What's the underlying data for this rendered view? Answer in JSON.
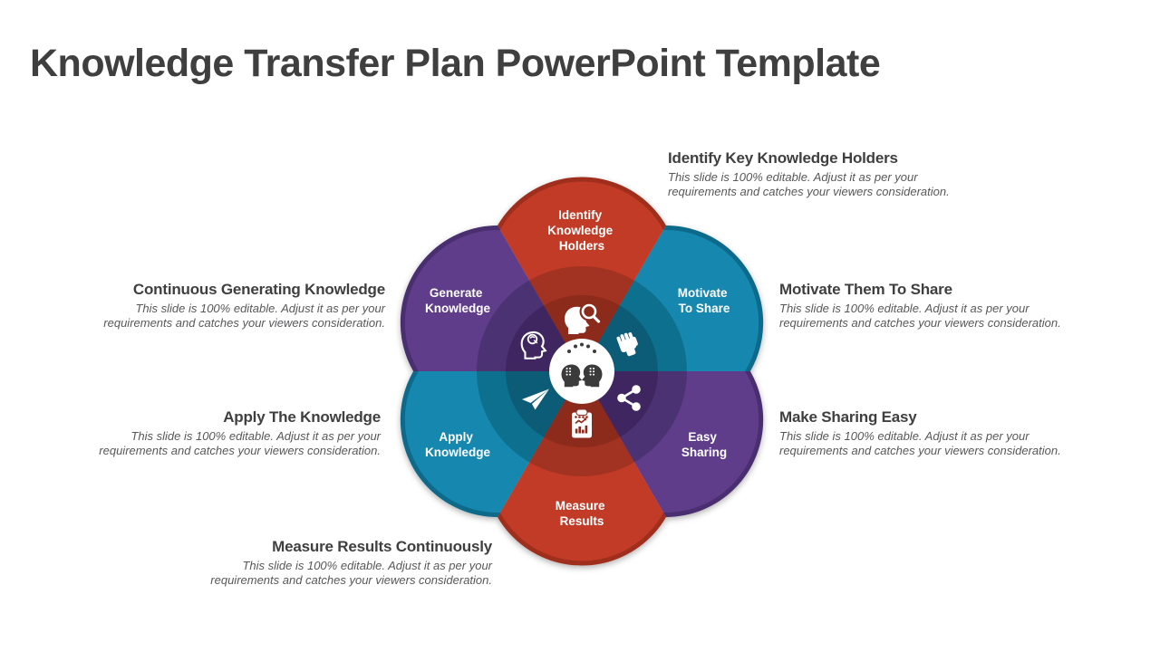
{
  "title": "Knowledge Transfer Plan PowerPoint Template",
  "diagram": {
    "center_icon": "knowledge-exchange-two-heads",
    "petals": [
      {
        "id": "identify",
        "label_lines": [
          "Identify",
          "Knowledge",
          "Holders"
        ],
        "color_key": "red",
        "icon": "head-search-icon"
      },
      {
        "id": "motivate",
        "label_lines": [
          "Motivate",
          "To Share"
        ],
        "color_key": "teal",
        "icon": "raised-fist-icon"
      },
      {
        "id": "easy-sharing",
        "label_lines": [
          "Easy",
          "Sharing"
        ],
        "color_key": "purple",
        "icon": "share-network-icon"
      },
      {
        "id": "measure",
        "label_lines": [
          "Measure",
          "Results"
        ],
        "color_key": "red",
        "icon": "clipboard-chart-icon"
      },
      {
        "id": "apply",
        "label_lines": [
          "Apply",
          "Knowledge"
        ],
        "color_key": "teal",
        "icon": "paper-plane-icon"
      },
      {
        "id": "generate",
        "label_lines": [
          "Generate",
          "Knowledge"
        ],
        "color_key": "purple",
        "icon": "head-brain-icon"
      }
    ],
    "colors": {
      "red": {
        "base": "#C23B28",
        "rim": "#A02F1F",
        "dark1": "#A23120",
        "dark2": "#8C2A1C"
      },
      "teal": {
        "base": "#1787AE",
        "rim": "#0F6A8B",
        "dark1": "#11708F",
        "dark2": "#0C5C77"
      },
      "purple": {
        "base": "#5E3D8B",
        "rim": "#4A2F6F",
        "dark1": "#4C3172",
        "dark2": "#3F2860"
      },
      "center_heads": "#3A3A3A",
      "label_text": "#FFFFFF"
    }
  },
  "annotations": [
    {
      "id": "identify",
      "heading": "Identify Key Knowledge Holders",
      "body_lines": [
        "This slide is 100% editable. Adjust it as per your",
        "requirements and catches your viewers consideration."
      ]
    },
    {
      "id": "motivate",
      "heading": "Motivate Them To Share",
      "body_lines": [
        "This slide is 100% editable. Adjust it as per your",
        "requirements and catches your viewers consideration."
      ]
    },
    {
      "id": "make-sharing",
      "heading": "Make Sharing Easy",
      "body_lines": [
        "This slide is 100% editable. Adjust it as per your",
        "requirements and catches your viewers consideration."
      ]
    },
    {
      "id": "measure",
      "heading": "Measure Results Continuously",
      "body_lines": [
        "This slide is 100% editable. Adjust it as per your",
        "requirements and catches your viewers consideration."
      ]
    },
    {
      "id": "apply",
      "heading": "Apply The Knowledge",
      "body_lines": [
        "This slide is 100% editable. Adjust it as per your",
        "requirements and catches your viewers consideration."
      ]
    },
    {
      "id": "continuous",
      "heading": "Continuous Generating Knowledge",
      "body_lines": [
        "This slide is 100% editable. Adjust it as per your",
        "requirements and catches your viewers consideration."
      ]
    }
  ],
  "text_colors": {
    "heading": "#3F3F3F",
    "body": "#58585A"
  }
}
